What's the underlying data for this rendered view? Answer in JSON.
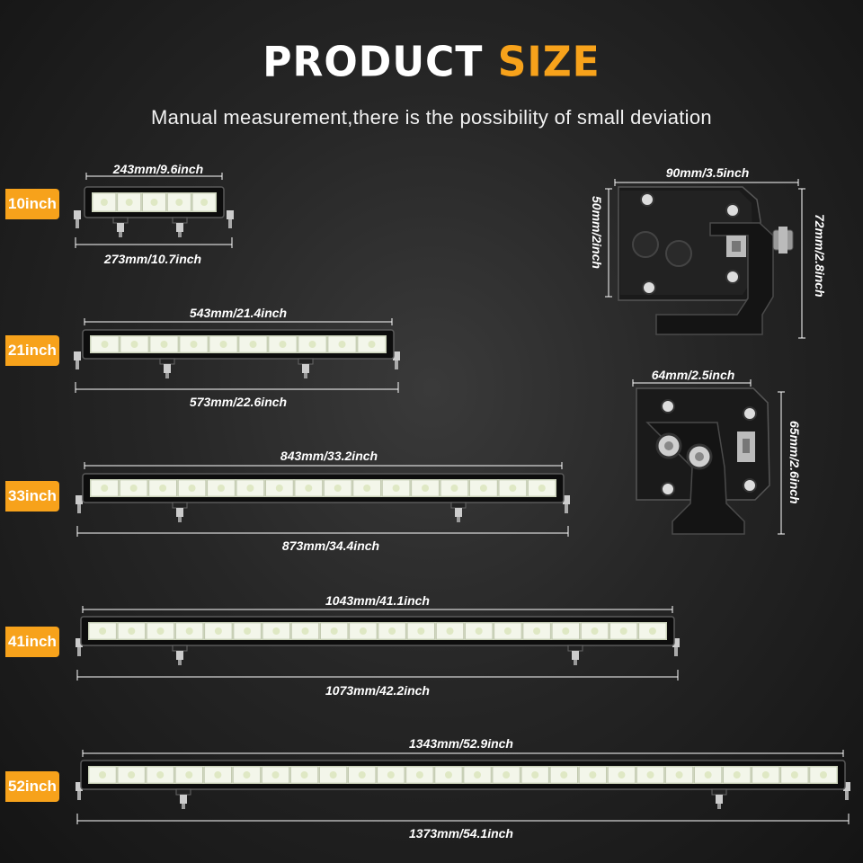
{
  "header": {
    "title_part1": "PRODUCT ",
    "title_part2": "SIZE",
    "subtitle": "Manual measurement,there is the possibility of small deviation"
  },
  "colors": {
    "accent": "#f7a21b",
    "background": "#262626",
    "led": "#dfe8c4"
  },
  "bars": [
    {
      "badge": "10inch",
      "inner": "243mm/9.6inch",
      "outer": "273mm/10.7inch"
    },
    {
      "badge": "21inch",
      "inner": "543mm/21.4inch",
      "outer": "573mm/22.6inch"
    },
    {
      "badge": "33inch",
      "inner": "843mm/33.2inch",
      "outer": "873mm/34.4inch"
    },
    {
      "badge": "41inch",
      "inner": "1043mm/41.1inch",
      "outer": "1073mm/42.2inch"
    },
    {
      "badge": "52inch",
      "inner": "1343mm/52.9inch",
      "outer": "1373mm/54.1inch"
    }
  ],
  "side_views": [
    {
      "width": "90mm/3.5inch",
      "height_left": "50mm/2inch",
      "height_right": "72mm/2.8inch"
    },
    {
      "width": "64mm/2.5inch",
      "height_right": "65mm/2.6inch"
    }
  ]
}
